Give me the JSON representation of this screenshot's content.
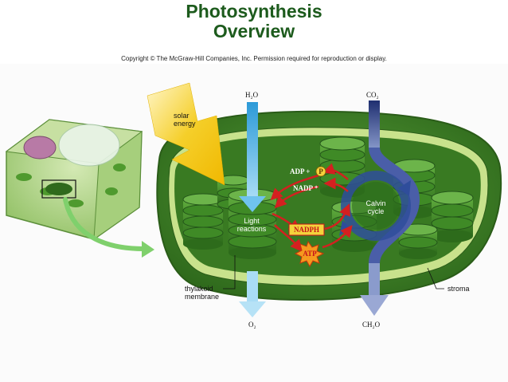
{
  "title": {
    "line1": "Photosynthesis",
    "line2": "Overview"
  },
  "copyright": "Copyright © The McGraw-Hill Companies, Inc. Permission required for reproduction or display.",
  "labels": {
    "solar_line1": "solar",
    "solar_line2": "energy",
    "water": "H₂O",
    "co2": "CO₂",
    "o2": "O₂",
    "ch2o": "CH₂O",
    "adp": "ADP +",
    "p": "P",
    "nadp": "NADP ⁺",
    "nadph": "NADPH",
    "atp": "ATP",
    "light_line1": "Light",
    "light_line2": "reactions",
    "calvin_line1": "Calvin",
    "calvin_line2": "cycle",
    "thylakoid_line1": "thylakoid",
    "thylakoid_line2": "membrane",
    "stroma": "stroma"
  },
  "colors": {
    "title": "#1d5b1d",
    "chloroplast_outer": "#4a8a2a",
    "chloroplast_inner": "#2e6a1e",
    "thylakoid": "#3d8a2a",
    "water_arrow": "#4fb3e8",
    "co2_arrow": "#2b3f86",
    "sun_arrow": "#f2c81c",
    "cycle_arrow": "#2f4d9b",
    "red_arrows": "#d42020",
    "nadph_badge": "#f4d33c",
    "atp_badge": "#f59a1e"
  }
}
